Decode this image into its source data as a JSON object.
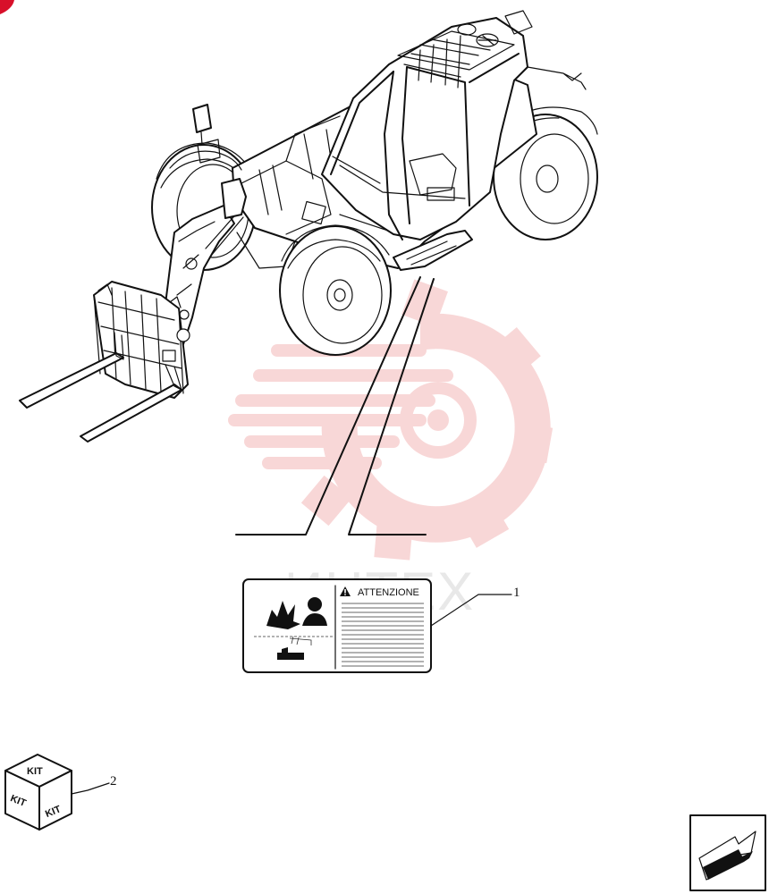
{
  "diagram": {
    "callouts": [
      {
        "id": "1",
        "label": "1"
      },
      {
        "id": "2",
        "label": "2"
      }
    ],
    "warning_label": {
      "heading": "ATTENZIONE"
    },
    "kit_icon": {
      "top": "KIT",
      "left": "KIT",
      "right": "KIT"
    },
    "watermark": {
      "text": "ИНТЕХ",
      "color": "#f4b8b8"
    },
    "colors": {
      "line": "#111111",
      "background": "#ffffff",
      "corner_badge": "#d8102a"
    },
    "nav": {
      "icon": "next-page-arrow-icon"
    }
  }
}
